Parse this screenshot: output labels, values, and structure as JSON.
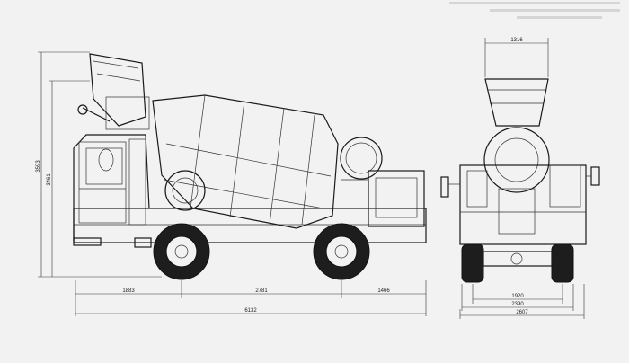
{
  "drawing": {
    "side_view": {
      "dims_horizontal": [
        "1883",
        "2781",
        "1466",
        "6132"
      ],
      "dims_vertical": [
        "3593",
        "3461"
      ]
    },
    "rear_view": {
      "dims_horizontal": [
        "1316",
        "1920",
        "2390",
        "2607"
      ]
    }
  }
}
